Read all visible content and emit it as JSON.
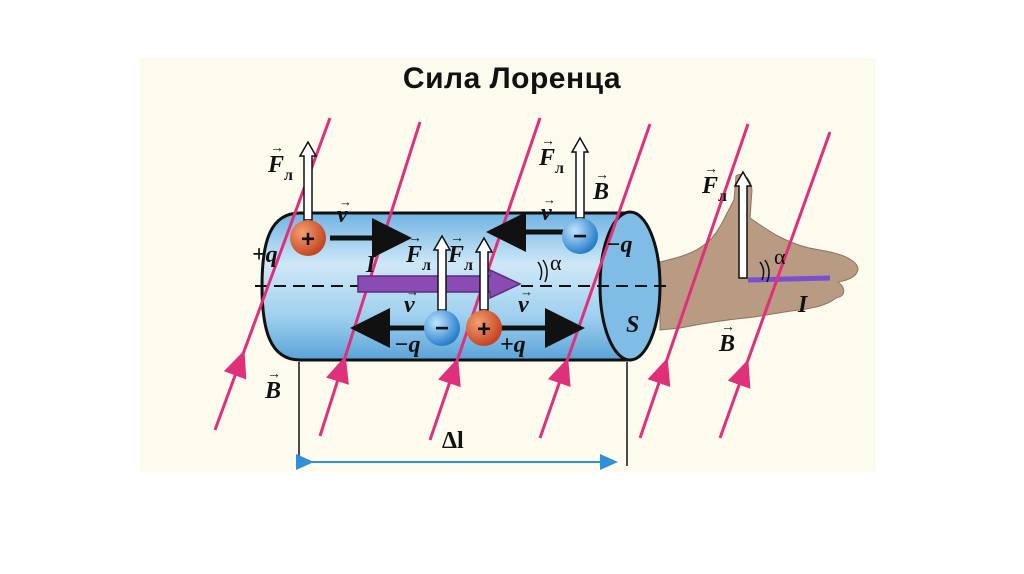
{
  "title": "Сила Лоренца",
  "labels": {
    "force": "F",
    "force_subscript": "л",
    "velocity": "v",
    "field": "B",
    "current": "I",
    "angle": "α",
    "area": "S",
    "length": "Δl",
    "positive_charge": "+q",
    "negative_charge": "−q",
    "plus_sign": "+",
    "minus_sign": "−"
  },
  "colors": {
    "background": "#fdfbee",
    "field_lines": "#e0307a",
    "conductor": "#8fc6e8",
    "current_arrow": "#8a4bb3",
    "positive_charge": "#d4502a",
    "negative_charge": "#3a96d8",
    "dimension_line": "#2f8fd8",
    "hand": "#b99a82"
  }
}
